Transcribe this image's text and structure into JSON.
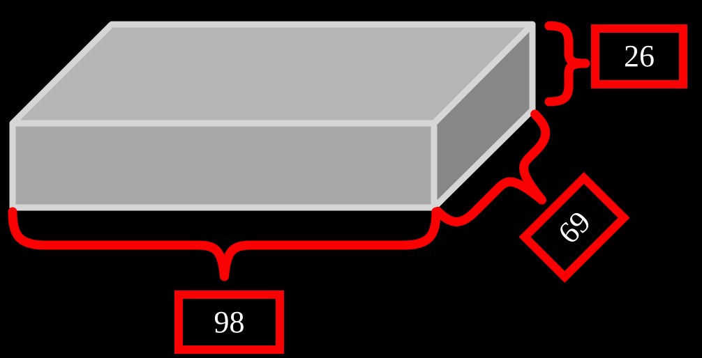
{
  "figure": {
    "type": "rectangular-prism-dimension-diagram",
    "background_color": "#000000",
    "accent_color": "#fa0000",
    "label_text_color": "#ffffff",
    "prism": {
      "shape": "rectangular-prism",
      "top_face_color": "#b5b5b5",
      "front_face_color": "#a8a8a8",
      "side_face_color": "#878787",
      "edge_color": "#d6d6d6"
    },
    "dimensions": {
      "width": "98",
      "depth": "69",
      "height": "26"
    }
  }
}
